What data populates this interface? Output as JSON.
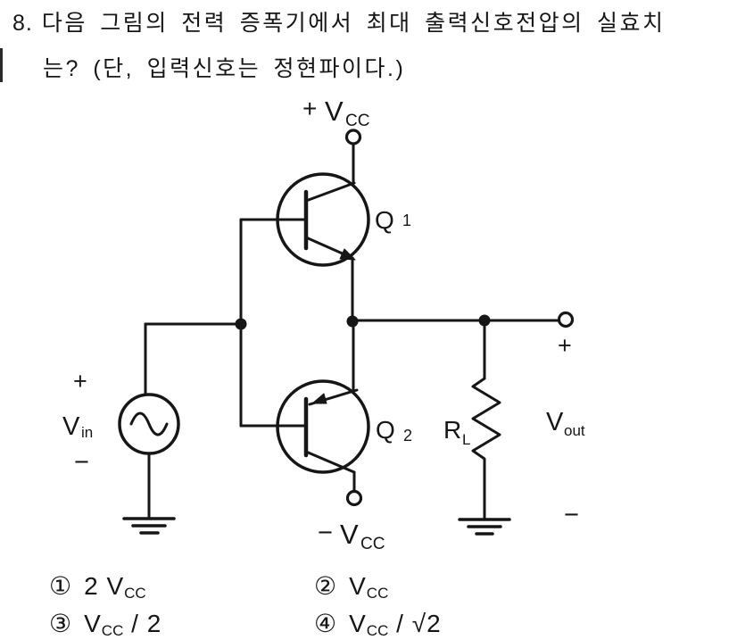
{
  "question": {
    "number": "8.",
    "line1": "다음 그림의 전력 증폭기에서 최대 출력신호전압의 실효치",
    "line2": "는? (단, 입력신호는 정현파이다.)"
  },
  "circuit": {
    "supply_top": {
      "sign": "+",
      "base": "V",
      "sub": "CC"
    },
    "supply_bottom": {
      "sign": "−",
      "base": "V",
      "sub": "CC"
    },
    "q1": {
      "base": "Q",
      "sub": "1"
    },
    "q2": {
      "base": "Q",
      "sub": "2"
    },
    "load": {
      "base": "R",
      "sub": "L"
    },
    "vin": {
      "plus": "+",
      "base": "V",
      "sub": "in",
      "minus": "−"
    },
    "vout": {
      "plus": "+",
      "base": "V",
      "sub": "out",
      "minus": "−"
    },
    "ink_color": "#161616"
  },
  "choices": [
    {
      "num": "①",
      "pre": "2 ",
      "base": "V",
      "sub": "CC",
      "post": ""
    },
    {
      "num": "②",
      "pre": "",
      "base": "V",
      "sub": "CC",
      "post": ""
    },
    {
      "num": "③",
      "pre": "",
      "base": "V",
      "sub": "CC",
      "post": " / 2"
    },
    {
      "num": "④",
      "pre": "",
      "base": "V",
      "sub": "CC",
      "post": " / √2"
    }
  ]
}
